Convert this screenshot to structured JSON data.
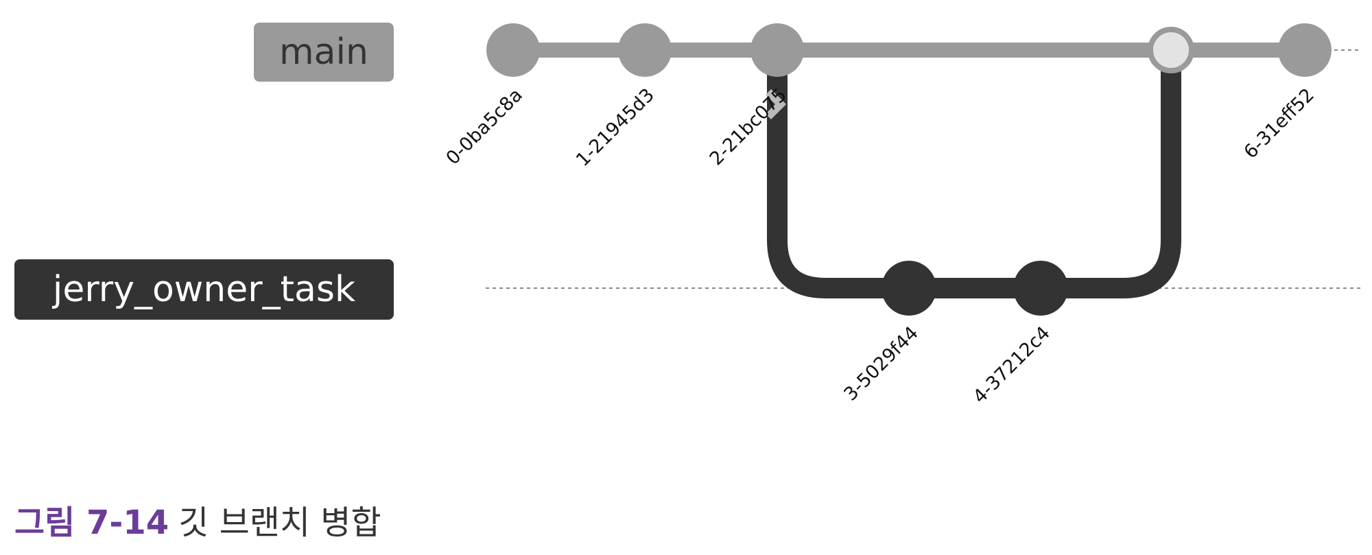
{
  "branches": {
    "main": {
      "label": "main",
      "color": "#9a9a9a"
    },
    "task": {
      "label": "jerry_owner_task",
      "color": "#333333"
    }
  },
  "commits": [
    {
      "id": "0-0ba5c8a",
      "branch": "main"
    },
    {
      "id": "1-21945d3",
      "branch": "main"
    },
    {
      "id": "2-21bc075",
      "branch": "main"
    },
    {
      "id": "3-5029f44",
      "branch": "jerry_owner_task"
    },
    {
      "id": "4-37212c4",
      "branch": "jerry_owner_task"
    },
    {
      "id": "",
      "branch": "main",
      "merge": true
    },
    {
      "id": "6-31eff52",
      "branch": "main"
    }
  ],
  "caption": {
    "number": "그림 7-14",
    "text": "깃 브랜치 병합"
  },
  "colors": {
    "main_branch": "#9a9a9a",
    "task_branch": "#333333",
    "merge_commit_fill": "#e3e3e3",
    "caption_accent": "#6b3d99"
  }
}
